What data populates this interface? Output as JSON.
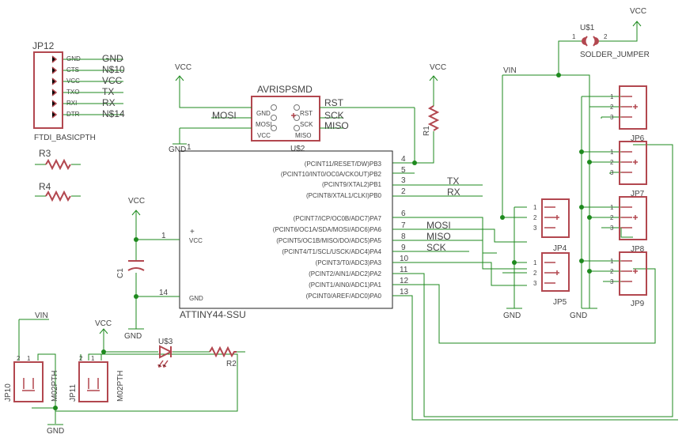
{
  "labels": {
    "vcc": "VCC",
    "gnd": "GND",
    "vin": "VIN"
  },
  "jp12": {
    "ref": "JP12",
    "footprint": "FTDI_BASICPTH",
    "pins": [
      "GND",
      "CTS",
      "VCC",
      "TXO",
      "RXI",
      "DTR"
    ],
    "nets": [
      "GND",
      "N$10",
      "VCC",
      "TX",
      "RX",
      "N$14"
    ]
  },
  "r3": "R3",
  "r4": "R4",
  "avr": {
    "name": "AVRISPSMD",
    "ref": "U$2",
    "left_pins": [
      "GND",
      "MOSI",
      "VCC"
    ],
    "right_pins": [
      "RST",
      "SCK",
      "MISO"
    ],
    "nets": {
      "mosi": "MOSI",
      "rst": "RST",
      "sck": "SCK",
      "miso": "MISO"
    },
    "gnd_suffix": "1"
  },
  "r1": "R1",
  "u1": {
    "ref": "U$1",
    "name": "SOLDER_JUMPER",
    "pin1": "1",
    "pin2": "2"
  },
  "mcu": {
    "name": "ATTINY44-SSU",
    "vcc_pin": "1",
    "vcc_label": "VCC",
    "gnd_pin": "14",
    "gnd_label": "GND",
    "plus": "+",
    "ports": [
      {
        "label": "(PCINT11/RESET/DW)PB3",
        "num": "4"
      },
      {
        "label": "(PCINT10/INT0/OC0A/CKOUT)PB2",
        "num": "5"
      },
      {
        "label": "(PCINT9/XTAL2)PB1",
        "num": "3"
      },
      {
        "label": "(PCINT8/XTAL1/CLKI)PB0",
        "num": "2"
      },
      {
        "label": "(PCINT7/ICP/OC0B/ADC7)PA7",
        "num": "6"
      },
      {
        "label": "(PCINT6/OC1A/SDA/MOSI/ADC6)PA6",
        "num": "7"
      },
      {
        "label": "(PCINT5/OC1B/MISO/DO/ADC5)PA5",
        "num": "8"
      },
      {
        "label": "(PCINT4/T1/SCL/USCK/ADC4)PA4",
        "num": "9"
      },
      {
        "label": "(PCINT3/T0/ADC3)PA3",
        "num": "10"
      },
      {
        "label": "(PCINT2/AIN1/ADC2)PA2",
        "num": "11"
      },
      {
        "label": "(PCINT1/AIN0/ADC1)PA1",
        "num": "12"
      },
      {
        "label": "(PCINT0/AREF/ADC0)PA0",
        "num": "13"
      }
    ],
    "nets": {
      "tx": "TX",
      "rx": "RX",
      "mosi": "MOSI",
      "miso": "MISO",
      "sck": "SCK"
    }
  },
  "c1": "C1",
  "headers": {
    "pin_nums": [
      "1",
      "2",
      "3"
    ],
    "plus": "+",
    "jp4": "JP4",
    "jp5": "JP5",
    "jp6": "JP6",
    "jp7": "JP7",
    "jp8": "JP8",
    "jp9": "JP9"
  },
  "jp10": {
    "ref": "JP10",
    "fp": "M02PTH",
    "pin2": "2",
    "pin1": "1"
  },
  "jp11": {
    "ref": "JP11",
    "fp": "M02PTH",
    "pin2": "2",
    "pin1": "1"
  },
  "u3": "U$3",
  "r2": "R2"
}
